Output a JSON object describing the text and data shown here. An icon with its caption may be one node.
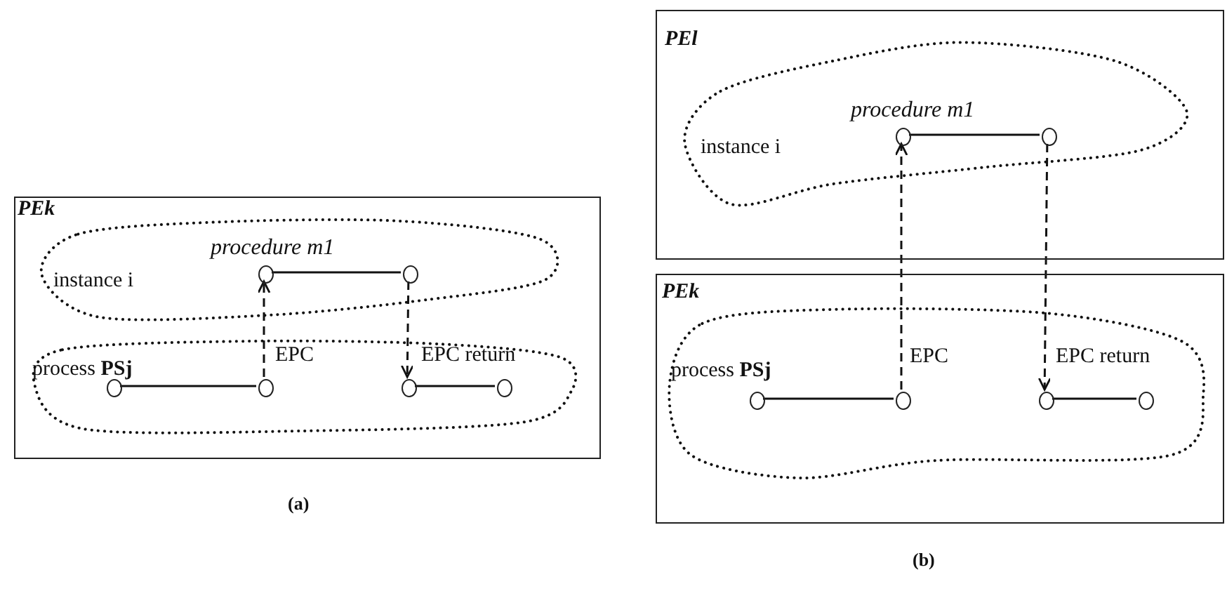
{
  "diagram": {
    "nodes": [
      {
        "text": [
          "PEk"
        ]
      },
      {
        "text": [
          "instance i"
        ],
        "in": 0
      },
      {
        "text": [],
        "shape": "circle",
        "in": 1
      },
      {
        "text": [],
        "shape": "circle",
        "in": 1
      },
      {
        "text": [
          "process **PSj**"
        ],
        "in": 0
      },
      {
        "text": [],
        "shape": "circle",
        "in": 4
      },
      {
        "text": [],
        "shape": "circle",
        "in": 4
      },
      {
        "text": [],
        "shape": "circle",
        "in": 4
      },
      {
        "text": [],
        "shape": "circle",
        "in": 4
      },
      {
        "text": [
          "PEl"
        ]
      },
      {
        "text": [
          "instance i"
        ],
        "in": 9
      },
      {
        "text": [],
        "shape": "circle",
        "in": 10
      },
      {
        "text": [],
        "shape": "circle",
        "in": 10
      },
      {
        "text": [
          "PEk"
        ]
      },
      {
        "text": [
          "process **PSj**"
        ],
        "in": 13
      },
      {
        "text": [],
        "shape": "circle",
        "in": 14
      },
      {
        "text": [],
        "shape": "circle",
        "in": 14
      },
      {
        "text": [],
        "shape": "circle",
        "in": 14
      },
      {
        "text": [],
        "shape": "circle",
        "in": 14
      }
    ],
    "edges": [
      {
        "from": 5,
        "to": 6,
        "arrow": "none"
      },
      {
        "from": 6,
        "to": 2,
        "arrow": "to",
        "label": "EPC",
        "style": "dashed"
      },
      {
        "from": 2,
        "to": 3,
        "arrow": "none",
        "label": "procedure m1"
      },
      {
        "from": 3,
        "to": 7,
        "arrow": "to",
        "label": "EPC return",
        "style": "dashed"
      },
      {
        "from": 7,
        "to": 8,
        "arrow": "none"
      },
      {
        "from": 15,
        "to": 16,
        "arrow": "none"
      },
      {
        "from": 16,
        "to": 11,
        "arrow": "to",
        "label": "EPC",
        "style": "dashed"
      },
      {
        "from": 11,
        "to": 12,
        "arrow": "none",
        "label": "procedure m1"
      },
      {
        "from": 12,
        "to": 17,
        "arrow": "to",
        "label": "EPC return",
        "style": "dashed"
      },
      {
        "from": 17,
        "to": 18,
        "arrow": "none"
      }
    ],
    "labels": [
      "(a)",
      "(b)"
    ]
  }
}
